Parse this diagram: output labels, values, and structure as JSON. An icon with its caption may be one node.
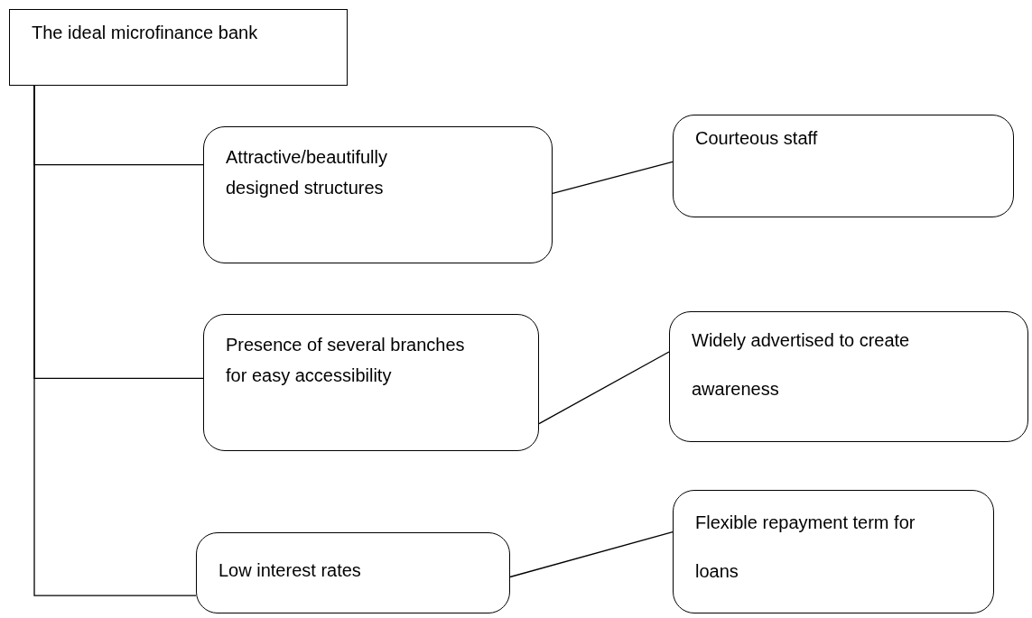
{
  "diagram": {
    "nodes": [
      {
        "text": [
          "The ideal microfinance bank"
        ]
      },
      {
        "text": [
          "Attractive/beautifully designed structures"
        ]
      },
      {
        "text": [
          "Courteous staff"
        ]
      },
      {
        "text": [
          "Presence of several branches for easy accessibility"
        ]
      },
      {
        "text": [
          "Widely advertised to create awareness"
        ]
      },
      {
        "text": [
          "Low interest rates"
        ]
      },
      {
        "text": [
          "Flexible repayment term for loans"
        ]
      }
    ],
    "edges": [
      {
        "from": 0,
        "to": 1,
        "arrow": "none"
      },
      {
        "from": 0,
        "to": 3,
        "arrow": "none"
      },
      {
        "from": 0,
        "to": 5,
        "arrow": "none"
      },
      {
        "from": 1,
        "to": 2,
        "arrow": "none"
      },
      {
        "from": 3,
        "to": 4,
        "arrow": "none"
      },
      {
        "from": 5,
        "to": 6,
        "arrow": "none"
      }
    ]
  }
}
